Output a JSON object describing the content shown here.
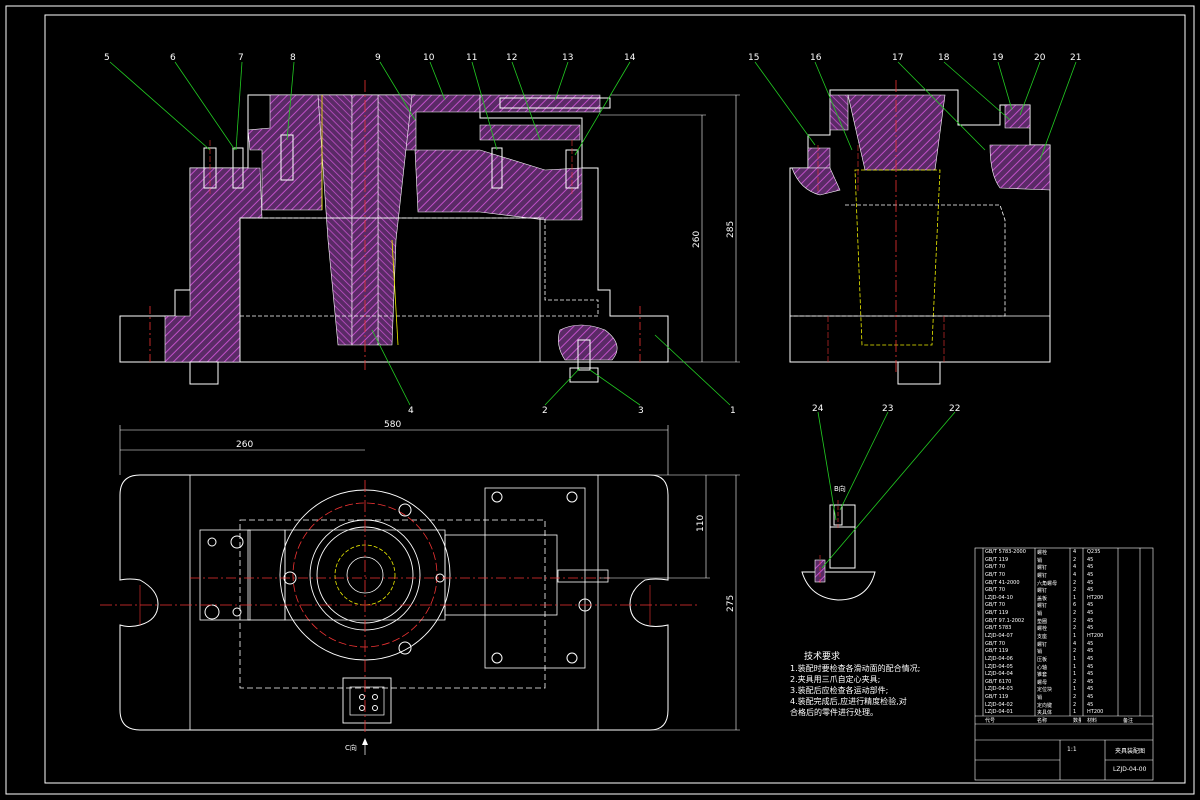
{
  "drawing": {
    "part_numbers": [
      "1",
      "2",
      "3",
      "4",
      "5",
      "6",
      "7",
      "8",
      "9",
      "10",
      "11",
      "12",
      "13",
      "14",
      "15",
      "16",
      "17",
      "18",
      "19",
      "20",
      "21",
      "22",
      "23",
      "24"
    ],
    "dimensions": {
      "height_outer": "285",
      "height_inner": "260",
      "width_total": "580",
      "width_half": "260",
      "depth_total": "275",
      "depth_half": "110"
    },
    "view_labels": {
      "view_b": "B向",
      "view_c": "C向"
    }
  },
  "notes": {
    "title": "技术要求",
    "items": [
      "1.装配时要检查各滑动面的配合情况;",
      "2.夹具用三爪自定心夹具;",
      "3.装配后应检查各运动部件;",
      "4.装配完成后,应进行精度检验,对",
      "合格后的零件进行处理。"
    ]
  },
  "title_block": {
    "rows": [
      {
        "code": "GB/T 5783-2000",
        "name": "螺栓",
        "qty": "4",
        "mat": "Q235",
        "note": ""
      },
      {
        "code": "GB/T 119",
        "name": "销",
        "qty": "2",
        "mat": "45",
        "note": ""
      },
      {
        "code": "GB/T 70",
        "name": "螺钉",
        "qty": "4",
        "mat": "45",
        "note": ""
      },
      {
        "code": "GB/T 70",
        "name": "螺钉",
        "qty": "4",
        "mat": "45",
        "note": ""
      },
      {
        "code": "GB/T 41-2000",
        "name": "六角螺母",
        "qty": "2",
        "mat": "45",
        "note": ""
      },
      {
        "code": "GB/T 70",
        "name": "螺钉",
        "qty": "2",
        "mat": "45",
        "note": ""
      },
      {
        "code": "LZJD-04-10",
        "name": "盖板",
        "qty": "1",
        "mat": "HT200",
        "note": ""
      },
      {
        "code": "GB/T 70",
        "name": "螺钉",
        "qty": "6",
        "mat": "45",
        "note": ""
      },
      {
        "code": "GB/T 119",
        "name": "销",
        "qty": "2",
        "mat": "45",
        "note": ""
      },
      {
        "code": "GB/T 97.1-2002",
        "name": "垫圈",
        "qty": "2",
        "mat": "45",
        "note": ""
      },
      {
        "code": "GB/T 5783",
        "name": "螺栓",
        "qty": "2",
        "mat": "45",
        "note": ""
      },
      {
        "code": "LZJD-04-07",
        "name": "支座",
        "qty": "1",
        "mat": "HT200",
        "note": ""
      },
      {
        "code": "GB/T 70",
        "name": "螺钉",
        "qty": "4",
        "mat": "45",
        "note": ""
      },
      {
        "code": "GB/T 119",
        "name": "销",
        "qty": "2",
        "mat": "45",
        "note": ""
      },
      {
        "code": "LZJD-04-06",
        "name": "压板",
        "qty": "1",
        "mat": "45",
        "note": ""
      },
      {
        "code": "LZJD-04-05",
        "name": "心轴",
        "qty": "1",
        "mat": "45",
        "note": ""
      },
      {
        "code": "LZJD-04-04",
        "name": "锥套",
        "qty": "1",
        "mat": "45",
        "note": ""
      },
      {
        "code": "GB/T 6170",
        "name": "螺母",
        "qty": "2",
        "mat": "45",
        "note": ""
      },
      {
        "code": "LZJD-04-03",
        "name": "定位块",
        "qty": "1",
        "mat": "45",
        "note": ""
      },
      {
        "code": "GB/T 119",
        "name": "销",
        "qty": "2",
        "mat": "45",
        "note": ""
      },
      {
        "code": "LZJD-04-02",
        "name": "定向键",
        "qty": "2",
        "mat": "45",
        "note": ""
      },
      {
        "code": "LZJD-04-01",
        "name": "夹具体",
        "qty": "1",
        "mat": "HT200",
        "note": ""
      }
    ],
    "header": {
      "code": "代号",
      "name": "名称",
      "qty": "数量",
      "mat": "材料",
      "note": "备注"
    },
    "drawing_name": "夹具装配图",
    "drawing_no": "LZJD-04-00",
    "scale": "1:1"
  }
}
